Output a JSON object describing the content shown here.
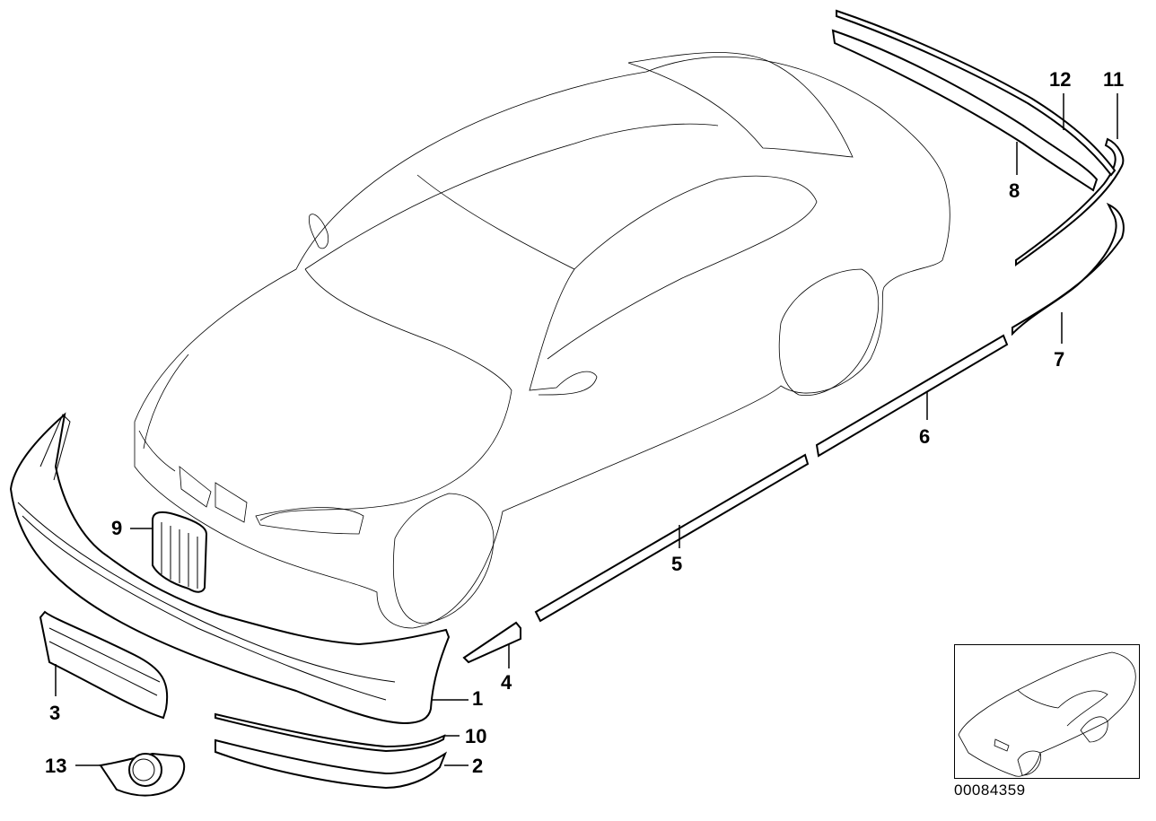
{
  "diagram": {
    "title": "Exterior trim / bumper parts diagram",
    "reference_number": "00084359",
    "callouts": [
      {
        "id": "1",
        "label": "1",
        "part": "front bumper cover"
      },
      {
        "id": "2",
        "label": "2",
        "part": "front bumper lower trim strip"
      },
      {
        "id": "3",
        "label": "3",
        "part": "bumper lower grille"
      },
      {
        "id": "4",
        "label": "4",
        "part": "front fender trim strip"
      },
      {
        "id": "5",
        "label": "5",
        "part": "front door trim strip"
      },
      {
        "id": "6",
        "label": "6",
        "part": "rear door trim strip"
      },
      {
        "id": "7",
        "label": "7",
        "part": "rear bumper trim strip"
      },
      {
        "id": "8",
        "label": "8",
        "part": "rear bumper carrier trim"
      },
      {
        "id": "9",
        "label": "9",
        "part": "kidney grille"
      },
      {
        "id": "10",
        "label": "10",
        "part": "front bumper trim strip upper"
      },
      {
        "id": "11",
        "label": "11",
        "part": "rear bumper trim strip"
      },
      {
        "id": "12",
        "label": "12",
        "part": "rear bumper upper strip"
      },
      {
        "id": "13",
        "label": "13",
        "part": "fog light"
      }
    ],
    "thumbnail": {
      "label": "vehicle overview thumbnail"
    }
  }
}
